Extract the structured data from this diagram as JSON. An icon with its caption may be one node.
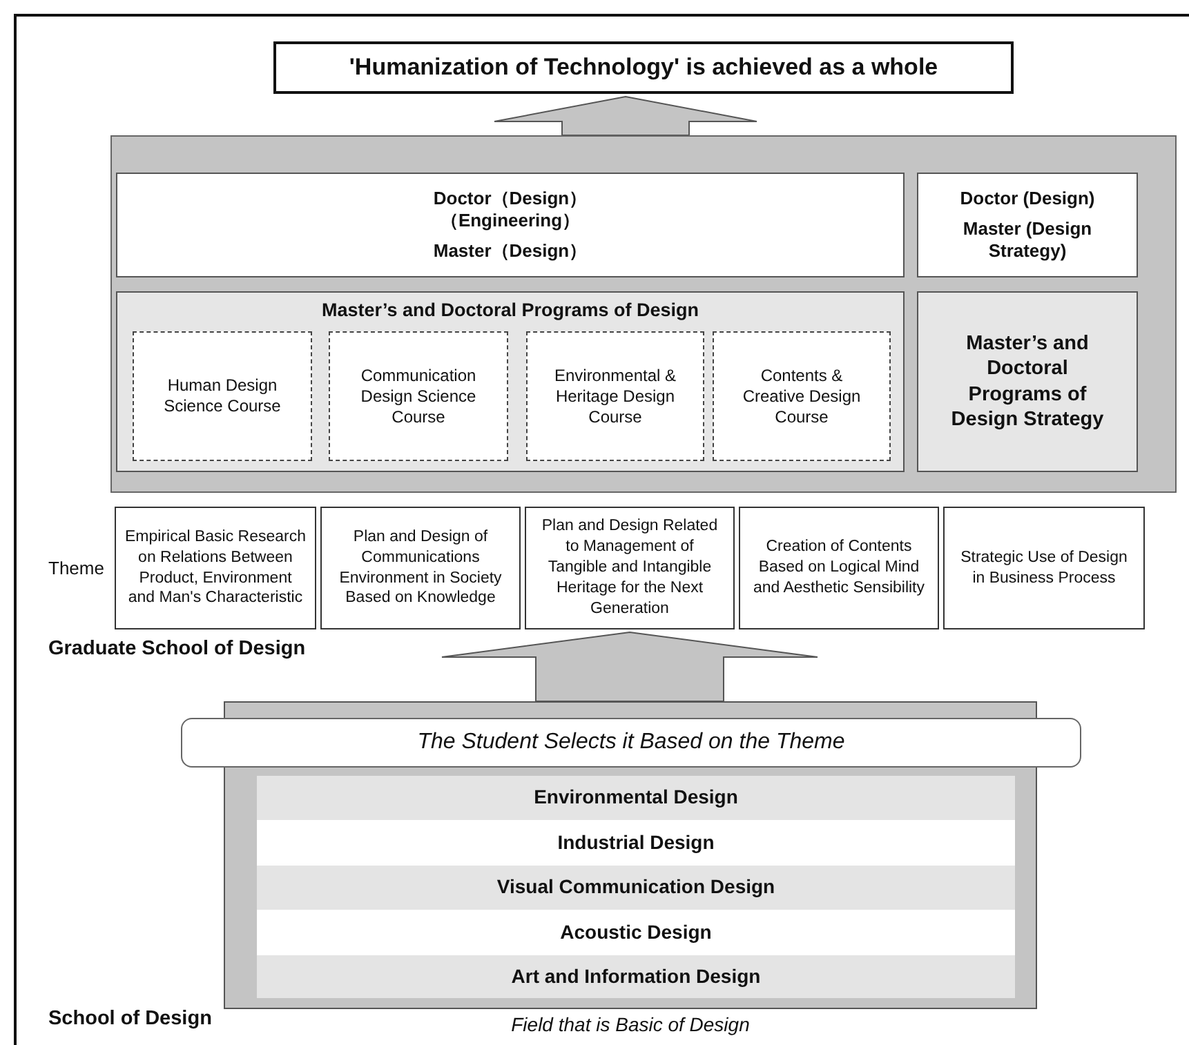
{
  "diagram": {
    "nodes": [
      {
        "text": [
          "'Humanization of Technology' is achieved as a whole"
        ]
      },
      {
        "text": [],
        "shape": "box"
      },
      {
        "text": [
          "Doctor（Design）（Engineering）",
          "Master（Design）"
        ],
        "in": 1
      },
      {
        "text": [
          "Doctor (Design)",
          "Master (Design Strategy)"
        ],
        "in": 1
      },
      {
        "text": [
          "Master’s and Doctoral Programs of Design"
        ],
        "in": 1
      },
      {
        "text": [
          "Human Design Science Course"
        ],
        "in": 4
      },
      {
        "text": [
          "Communication Design Science Course"
        ],
        "in": 4
      },
      {
        "text": [
          "Environmental & Heritage Design Course"
        ],
        "in": 4
      },
      {
        "text": [
          "Contents & Creative Design Course"
        ],
        "in": 4
      },
      {
        "text": [
          "Master’s and Doctoral Programs of Design Strategy"
        ],
        "in": 1
      },
      {
        "text": [
          "Empirical Basic Research on Relations Between Product, Environment and Man's Characteristic"
        ]
      },
      {
        "text": [
          "Plan and Design of Communications Environment in Society Based on Knowledge"
        ]
      },
      {
        "text": [
          "Plan and Design Related to Management of Tangible and Intangible Heritage for the Next Generation"
        ]
      },
      {
        "text": [
          "Creation of Contents Based on Logical Mind and Aesthetic Sensibility"
        ]
      },
      {
        "text": [
          "Strategic Use of Design in Business Process"
        ]
      },
      {
        "text": [],
        "shape": "box",
        "beside": [
          "Field that is Basic of Design"
        ]
      },
      {
        "text": [
          "The Student Selects it Based on the Theme"
        ]
      },
      {
        "text": [
          "Environmental Design"
        ],
        "in": 15
      },
      {
        "text": [
          "Industrial Design"
        ],
        "in": 15
      },
      {
        "text": [
          "Visual Communication Design"
        ],
        "in": 15
      },
      {
        "text": [
          "Acoustic Design"
        ],
        "in": 15
      },
      {
        "text": [
          "Art and Information Design"
        ],
        "in": 15
      }
    ],
    "edges": [
      {
        "from": 1,
        "to": 0,
        "arrow": "to",
        "style": "thick"
      },
      {
        "from": 15,
        "to": 12,
        "arrow": "to",
        "style": "thick"
      }
    ],
    "labels": [
      "Theme",
      "Graduate School of Design",
      "School of Design"
    ]
  }
}
